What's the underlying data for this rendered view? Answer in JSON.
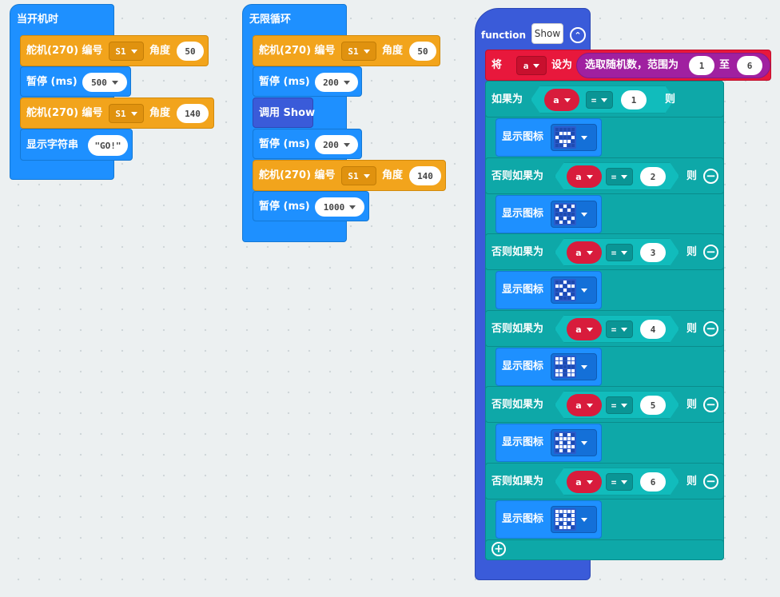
{
  "start_block": {
    "hat_label": "当开机时",
    "servo1": {
      "label": "舵机(270) 编号",
      "port": "S1",
      "angle_label": "角度",
      "angle": "50"
    },
    "pause1": {
      "label": "暂停 (ms)",
      "value": "500"
    },
    "servo2": {
      "label": "舵机(270) 编号",
      "port": "S1",
      "angle_label": "角度",
      "angle": "140"
    },
    "show_string": {
      "label": "显示字符串",
      "value": "\"GO!\""
    }
  },
  "forever_block": {
    "hat_label": "无限循环",
    "servo1": {
      "label": "舵机(270) 编号",
      "port": "S1",
      "angle_label": "角度",
      "angle": "50"
    },
    "pause1": {
      "label": "暂停 (ms)",
      "value": "200"
    },
    "call": {
      "label": "调用 Show"
    },
    "pause2": {
      "label": "暂停 (ms)",
      "value": "200"
    },
    "servo2": {
      "label": "舵机(270) 编号",
      "port": "S1",
      "angle_label": "角度",
      "angle": "140"
    },
    "pause3": {
      "label": "暂停 (ms)",
      "value": "1000"
    }
  },
  "function_block": {
    "keyword": "function",
    "name": "Show",
    "set_stmt": {
      "label": "将",
      "var": "a",
      "set_label": "设为",
      "random_label": "选取随机数，范围为",
      "from": "1",
      "to_label": "至",
      "to": "6"
    },
    "if_label": "如果为",
    "elseif_label": "否则如果为",
    "then_label": "则",
    "operator": "=",
    "show_icon_label": "显示图标",
    "branches": [
      {
        "var": "a",
        "value": "1",
        "icon": "dice-one-icon"
      },
      {
        "var": "a",
        "value": "2",
        "icon": "dice-two-icon"
      },
      {
        "var": "a",
        "value": "3",
        "icon": "dice-three-icon"
      },
      {
        "var": "a",
        "value": "4",
        "icon": "dice-four-icon"
      },
      {
        "var": "a",
        "value": "5",
        "icon": "dice-five-icon"
      },
      {
        "var": "a",
        "value": "6",
        "icon": "dice-six-icon"
      }
    ]
  },
  "colors": {
    "background": "#ecf0f1",
    "event_blue": "#1e90ff",
    "servo_orange": "#f2a41c",
    "logic_teal": "#0ea8a8",
    "function_indigo": "#3a5bd9",
    "variable_red": "#d81c3c",
    "math_purple": "#a020a0"
  }
}
